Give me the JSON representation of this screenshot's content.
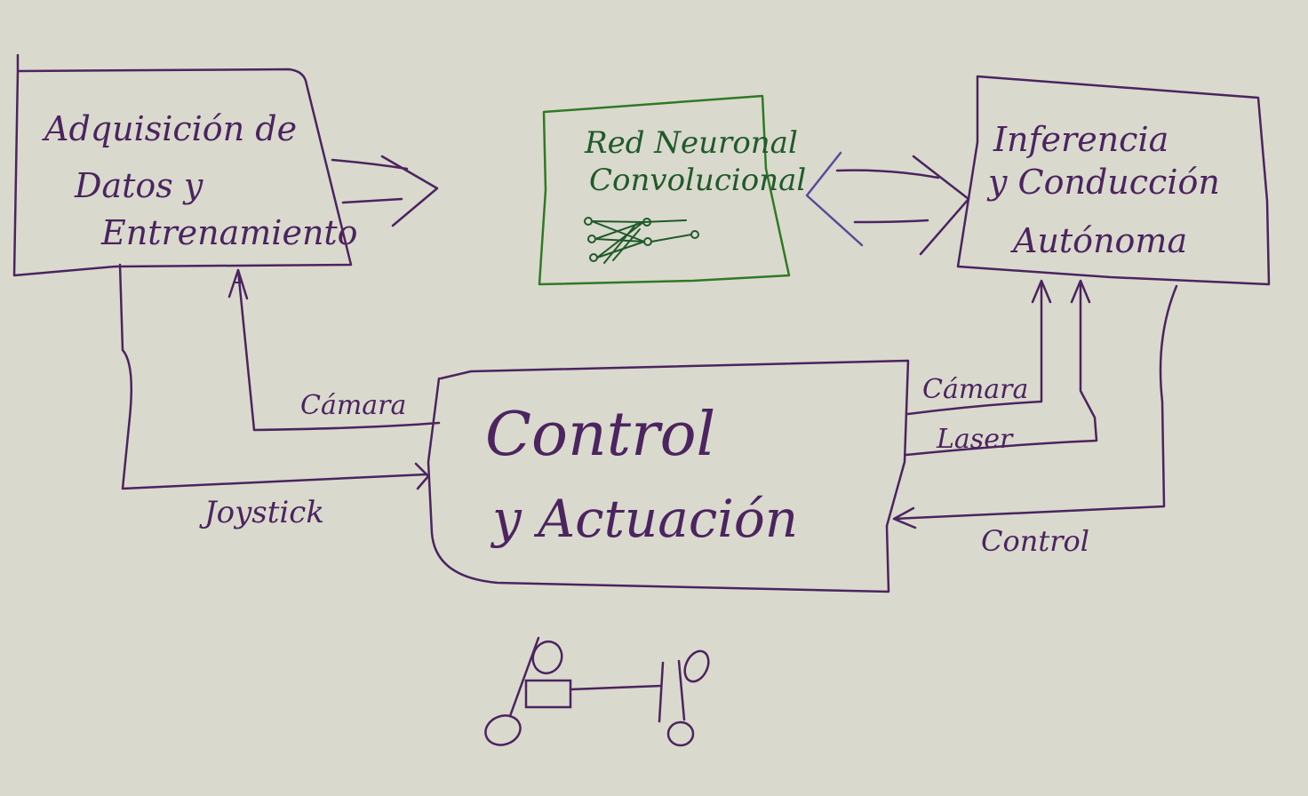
{
  "colors": {
    "background": "#dad9cd",
    "ink": "#4b2460",
    "cnn_ink": "#2f7a24",
    "cnn_text": "#1f5a2a",
    "arrow_blue": "#5a4a9a"
  },
  "nodes": {
    "adquisicion": {
      "lines": [
        "Adquisición de",
        "Datos y",
        "Entrenamiento"
      ]
    },
    "red_neuronal": {
      "lines": [
        "Red Neuronal",
        "Convolucional"
      ],
      "icon": "neural-network-icon"
    },
    "inferencia": {
      "lines": [
        "Inferencia",
        "y Conducción",
        "Autónoma"
      ]
    },
    "control": {
      "lines": [
        "Control",
        "y Actuación"
      ]
    }
  },
  "edge_labels": {
    "camara_left": "Cámara",
    "joystick": "Joystick",
    "camara_right": "Cámara",
    "laser": "Laser",
    "control": "Control"
  },
  "vehicle_icon": "car-chassis-icon"
}
